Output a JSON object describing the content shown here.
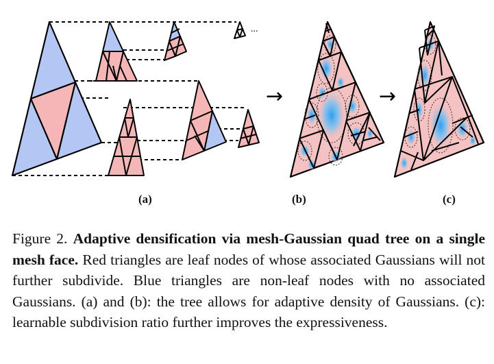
{
  "figure": {
    "label_a": "(a)",
    "label_b": "(b)",
    "label_c": "(c)",
    "arrow": "→",
    "ellipsis": "..."
  },
  "caption": {
    "prefix": "Figure 2.",
    "title": "Adaptive densification via mesh-Gaussian quad tree on a single mesh face.",
    "body": "Red triangles are leaf nodes of whose associated Gaussians will not further subdivide. Blue triangles are non-leaf nodes with no associated Gaussians. (a) and (b): the tree allows for adaptive density of Gaussians. (c): learnable subdivision ratio further improves the expressiveness."
  },
  "colors": {
    "leaf_red": "#f4b6b6",
    "nonleaf_blue": "#b3c6f4",
    "gaussian_blue": "#39a6f0",
    "stroke": "#000000"
  }
}
